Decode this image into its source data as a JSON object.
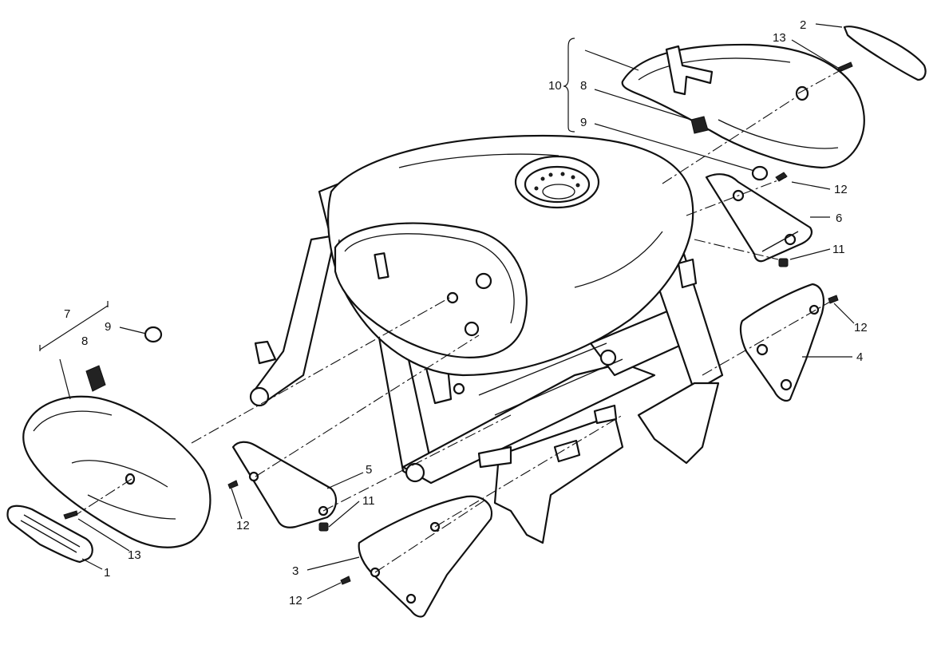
{
  "callouts": {
    "c1": "1",
    "c2": "2",
    "c3": "3",
    "c4": "4",
    "c5": "5",
    "c6": "6",
    "c7": "7",
    "c8_left": "8",
    "c8_right": "8",
    "c9_left": "9",
    "c9_right": "9",
    "c10": "10",
    "c11_left": "11",
    "c11_right": "11",
    "c12_right_top": "12",
    "c12_right_mid": "12",
    "c12_left": "12",
    "c12_bottom": "12",
    "c13_left": "13",
    "c13_right": "13"
  }
}
